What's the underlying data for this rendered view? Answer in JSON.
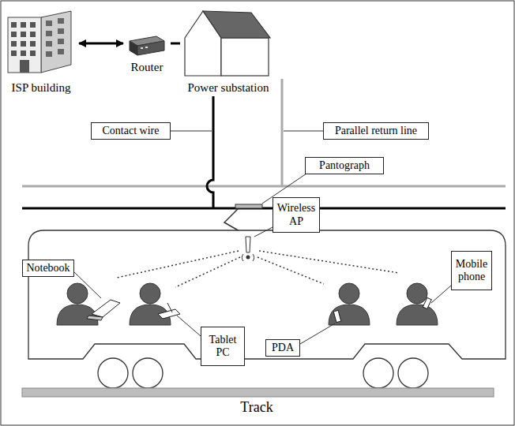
{
  "diagram": {
    "nodes": [
      {
        "text": [
          "ISP building"
        ]
      },
      {
        "text": [
          "Router"
        ]
      },
      {
        "text": [
          "Power substation"
        ]
      },
      {
        "text": [
          "Contact wire"
        ]
      },
      {
        "text": [
          "Parallel return line"
        ]
      },
      {
        "text": [
          "Pantograph"
        ]
      },
      {
        "text": [
          "Wireless AP"
        ]
      },
      {
        "text": [
          "Notebook"
        ]
      },
      {
        "text": [
          "Tablet PC"
        ]
      },
      {
        "text": [
          "PDA"
        ]
      },
      {
        "text": [
          "Mobile phone"
        ]
      }
    ],
    "edges": [
      {
        "from": 0,
        "to": 1,
        "arrow": "both"
      },
      {
        "from": 1,
        "to": 2,
        "arrow": "none"
      }
    ],
    "labels": [
      "Track"
    ]
  }
}
